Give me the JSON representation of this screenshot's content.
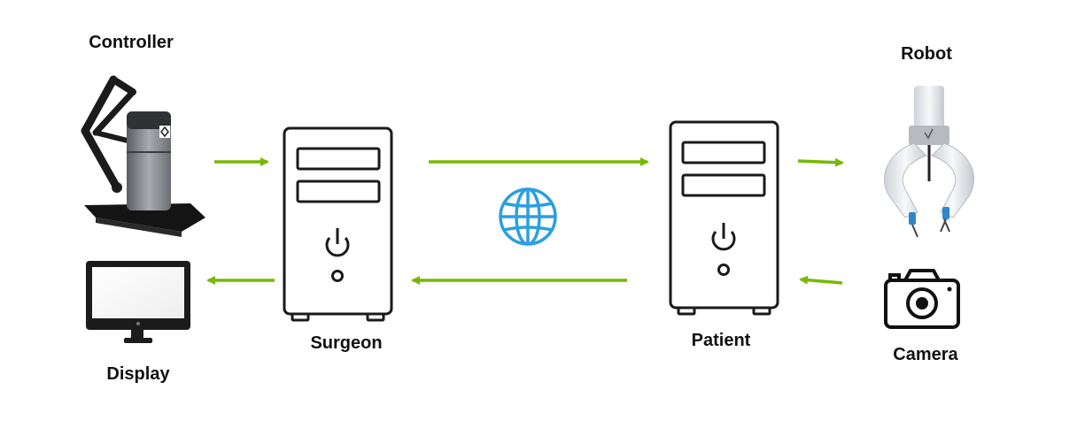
{
  "labels": {
    "controller": "Controller",
    "robot": "Robot",
    "display": "Display",
    "surgeon": "Surgeon",
    "patient": "Patient",
    "camera": "Camera"
  },
  "colors": {
    "arrow": "#76b900",
    "network": "#2b9fe0",
    "outline": "#1a1a1a"
  },
  "icons": {
    "controller": "haptic-controller-icon",
    "display": "monitor-icon",
    "surgeon": "server-tower-icon",
    "patient": "server-tower-icon",
    "network": "globe-icon",
    "robot": "robotic-gripper-icon",
    "camera": "camera-icon"
  }
}
